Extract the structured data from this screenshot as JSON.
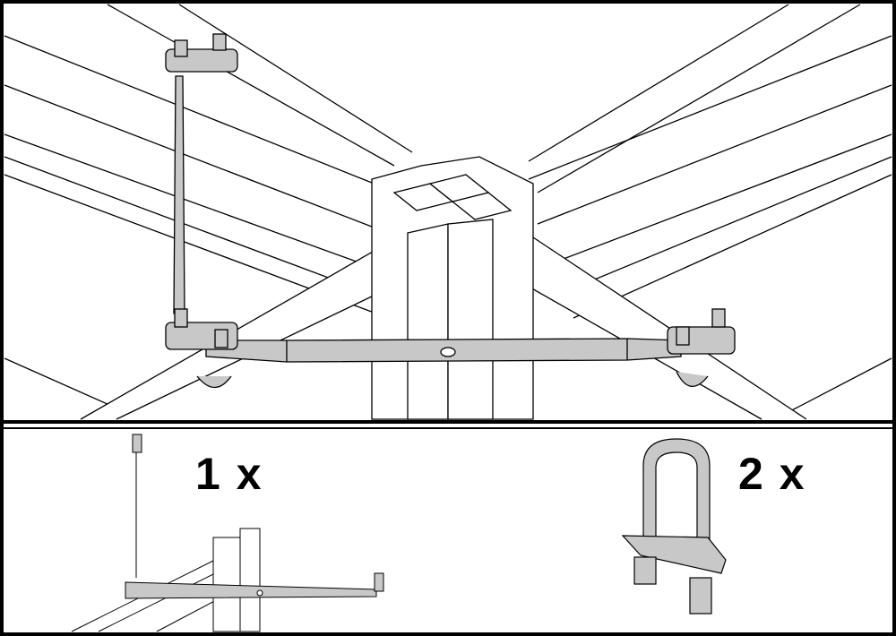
{
  "illustration": {
    "top_panel": "assembly-detail",
    "kit_items": [
      {
        "quantity_label": "1 x",
        "part": "tie-rod-brace"
      },
      {
        "quantity_label": "2 x",
        "part": "u-bolt"
      }
    ]
  },
  "colors": {
    "line": "#000000",
    "part_fill": "#c8c8c8",
    "background": "#ffffff"
  }
}
